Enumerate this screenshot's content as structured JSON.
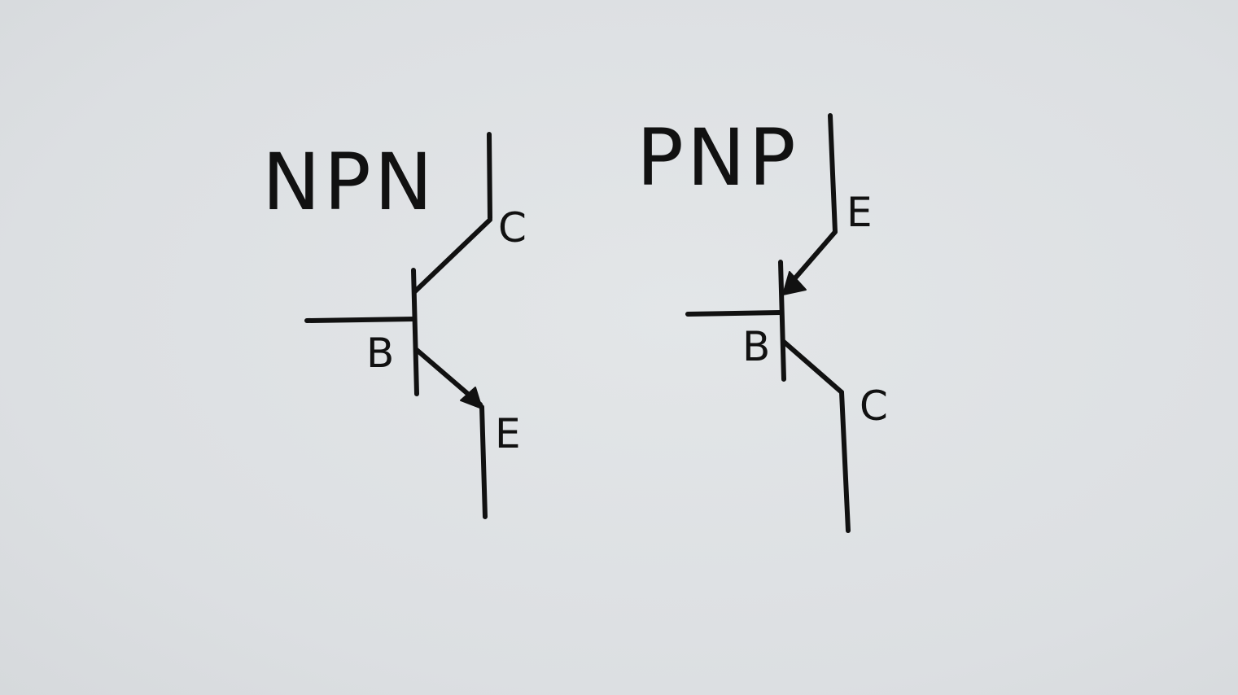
{
  "npn": {
    "title": "NPN",
    "collector_label": "C",
    "base_label": "B",
    "emitter_label": "E"
  },
  "pnp": {
    "title": "PNP",
    "emitter_label": "E",
    "base_label": "B",
    "collector_label": "C"
  },
  "colors": {
    "background": "#dcdfe2",
    "ink": "#111111"
  }
}
